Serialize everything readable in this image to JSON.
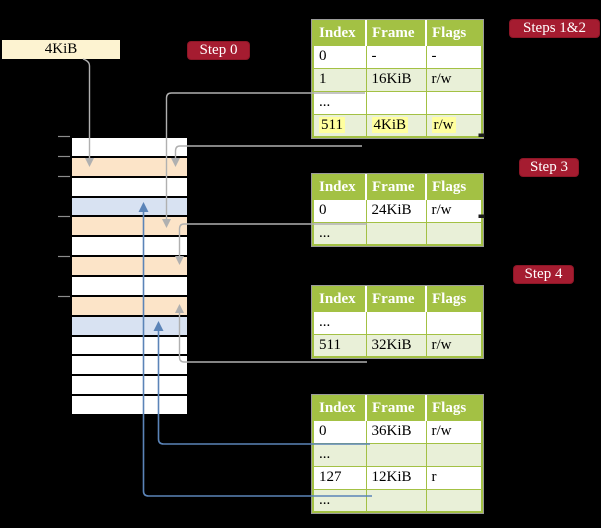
{
  "pointer_box": {
    "label": "4KiB"
  },
  "badges": {
    "step0": "Step 0",
    "steps12": "Steps 1&2",
    "step3": "Step 3",
    "step4": "Step 4"
  },
  "table_headers": [
    "Index",
    "Frame",
    "Flags"
  ],
  "tables": [
    {
      "name": "page-table-steps-1-2",
      "rows": [
        {
          "cells": [
            "0",
            "-",
            "-"
          ]
        },
        {
          "cells": [
            "1",
            "16KiB",
            "r/w"
          ]
        },
        {
          "cells": [
            "...",
            "",
            ""
          ]
        },
        {
          "cells": [
            "511",
            "4KiB",
            "r/w"
          ],
          "highlighted": true
        }
      ]
    },
    {
      "name": "page-table-step-3",
      "rows": [
        {
          "cells": [
            "0",
            "24KiB",
            "r/w"
          ]
        },
        {
          "cells": [
            "...",
            "",
            ""
          ]
        }
      ]
    },
    {
      "name": "page-table-step-4",
      "rows": [
        {
          "cells": [
            "...",
            "",
            ""
          ]
        },
        {
          "cells": [
            "511",
            "32KiB",
            "r/w"
          ]
        }
      ]
    },
    {
      "name": "leaf-page-table",
      "rows": [
        {
          "cells": [
            "0",
            "36KiB",
            "r/w"
          ]
        },
        {
          "cells": [
            "...",
            "",
            ""
          ]
        },
        {
          "cells": [
            "127",
            "12KiB",
            "r"
          ]
        },
        {
          "cells": [
            "...",
            "",
            ""
          ]
        }
      ]
    }
  ],
  "memory": {
    "rows": [
      "white",
      "peach",
      "white",
      "blue",
      "peach",
      "white",
      "peach",
      "white",
      "peach",
      "blue",
      "white",
      "white",
      "white",
      "white"
    ]
  },
  "colors": {
    "background": "#000000",
    "table_header_bg": "#a3c144",
    "table_alt_row_bg": "#e9f0d8",
    "frame_pagetable_bg": "#fce4c8",
    "frame_data_bg": "#d8e2f2",
    "pointer_box_bg": "#fdf3d1",
    "badge_bg": "#a51c30",
    "highlight_bg": "#ffff9e",
    "arrow_gray": "#b0b0b0",
    "arrow_blue": "#5b84b8"
  }
}
